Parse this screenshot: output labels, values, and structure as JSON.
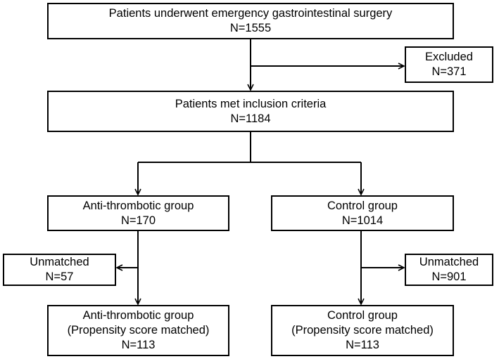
{
  "flowchart": {
    "total": {
      "title": "Patients underwent emergency gastrointestinal surgery",
      "count": "N=1555"
    },
    "excluded": {
      "title": "Excluded",
      "count": "N=371"
    },
    "included": {
      "title": "Patients met inclusion criteria",
      "count": "N=1184"
    },
    "antithrombotic": {
      "title": "Anti-thrombotic group",
      "count": "N=170"
    },
    "control": {
      "title": "Control group",
      "count": "N=1014"
    },
    "unmatched_antithrombotic": {
      "title": "Unmatched",
      "count": "N=57"
    },
    "unmatched_control": {
      "title": "Unmatched",
      "count": "N=901"
    },
    "matched_antithrombotic": {
      "title": "Anti-thrombotic group",
      "subtitle": "(Propensity score matched)",
      "count": "N=113"
    },
    "matched_control": {
      "title": "Control group",
      "subtitle": "(Propensity score matched)",
      "count": "N=113"
    }
  }
}
